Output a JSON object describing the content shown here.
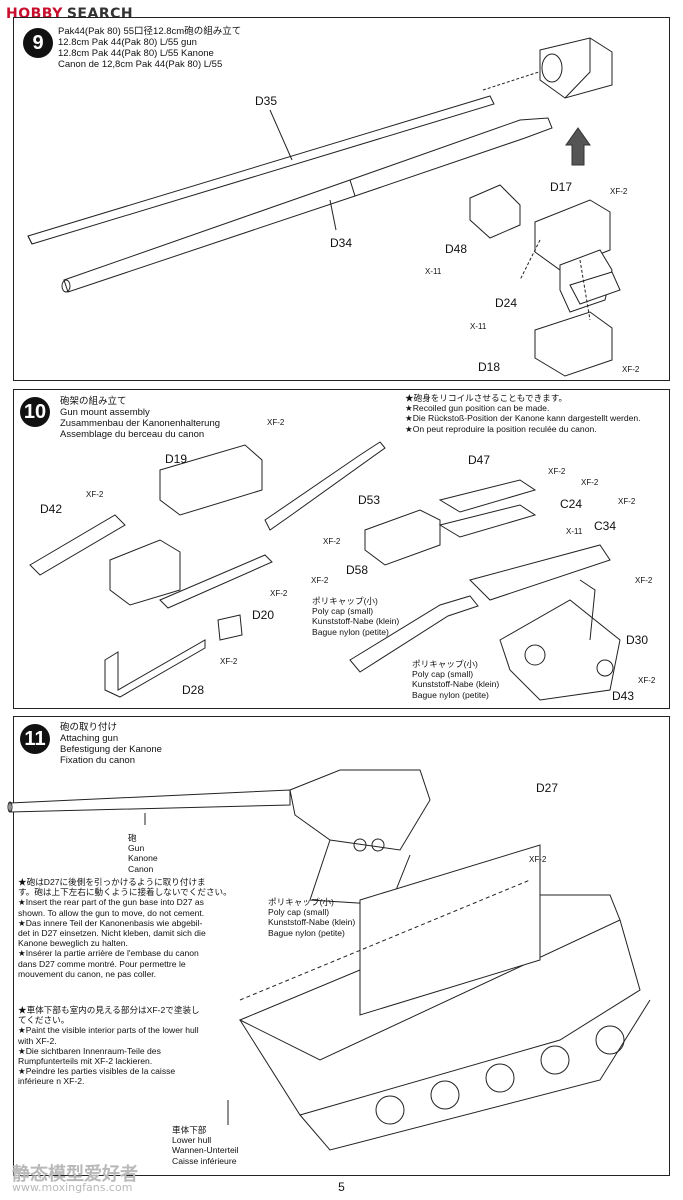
{
  "logo": {
    "brand": "HOBBY",
    "suffix": "SEARCH"
  },
  "step9": {
    "number": "9",
    "lines": [
      "Pak44(Pak 80) 55口径12.8cm砲の組み立て",
      "12.8cm Pak 44(Pak 80) L/55 gun",
      "12.8cm Pak 44(Pak 80) L/55 Kanone",
      "Canon de 12,8cm Pak 44(Pak 80) L/55"
    ],
    "parts": {
      "d35": "D35",
      "d34": "D34",
      "d17": "D17",
      "d48": "D48",
      "d24": "D24",
      "d18": "D18"
    },
    "paints": {
      "xf2a": "XF-2",
      "x11a": "X-11",
      "x11b": "X-11",
      "xf2b": "XF-2"
    }
  },
  "step10": {
    "number": "10",
    "lines": [
      "砲架の組み立て",
      "Gun mount assembly",
      "Zusammenbau der Kanonenhalterung",
      "Assemblage du berceau du canon"
    ],
    "note": [
      "★砲身をリコイルさせることもできます。",
      "★Recoiled gun position can be made.",
      "★Die Rückstoß-Position der Kanone kann dargestellt werden.",
      "★On peut reproduire la position reculée du canon."
    ],
    "parts": {
      "d19": "D19",
      "d42": "D42",
      "d20": "D20",
      "d28": "D28",
      "d47": "D47",
      "d53": "D53",
      "c24": "C24",
      "c34": "C34",
      "d58": "D58",
      "d30": "D30",
      "d43": "D43"
    },
    "paints": {
      "p1": "XF-2",
      "p2": "XF-2",
      "p3": "XF-2",
      "p4": "XF-2",
      "p5": "XF-2",
      "p6": "XF-2",
      "p7": "XF-2",
      "p8": "XF-2",
      "p9": "XF-2",
      "p10": "XF-2",
      "p11": "X-11",
      "p12": "XF-2"
    },
    "polycap1": [
      "ポリキャップ(小)",
      "Poly cap (small)",
      "Kunststoff-Nabe (klein)",
      "Bague nylon (petite)"
    ],
    "polycap2": [
      "ポリキャップ(小)",
      "Poly cap (small)",
      "Kunststoff-Nabe (klein)",
      "Bague nylon (petite)"
    ]
  },
  "step11": {
    "number": "11",
    "lines": [
      "砲の取り付け",
      "Attaching gun",
      "Befestigung der Kanone",
      "Fixation du canon"
    ],
    "parts": {
      "d27": "D27"
    },
    "paints": {
      "xf2": "XF-2"
    },
    "gun_label": [
      "砲",
      "Gun",
      "Kanone",
      "Canon"
    ],
    "polycap": [
      "ポリキャップ(小)",
      "Poly cap (small)",
      "Kunststoff-Nabe (klein)",
      "Bague nylon (petite)"
    ],
    "note1": [
      "★砲はD27に後側を引っかけるように取り付けま",
      "す。砲は上下左右に動くように接着しないでください。",
      "★Insert the rear part of the gun base into D27 as",
      "shown. To allow the gun to move, do not cement.",
      "★Das innere Teil der Kanonenbasis wie abgebil-",
      "det in D27 einsetzen. Nicht kleben, damit sich die",
      "Kanone beweglich zu halten.",
      "★Insérer la partie arrière de l'embase du canon",
      "dans D27 comme montré. Pour permettre le",
      "mouvement du canon, ne pas coller."
    ],
    "note2": [
      "★車体下部も室内の見える部分はXF-2で塗装し",
      "てください。",
      "★Paint the visible interior parts of the lower hull",
      "with XF-2.",
      "★Die sichtbaren Innenraum-Teile des",
      "Rumpfunterteils mit XF-2 lackieren.",
      "★Peindre les parties visibles de la caisse",
      "inférieure n XF-2."
    ],
    "hull_label": [
      "車体下部",
      "Lower hull",
      "Wannen-Unterteil",
      "Caisse inférieure"
    ]
  },
  "footer": {
    "page": "5",
    "watermark": "静态模型爱好者",
    "watermark_url": "www.moxingfans.com"
  }
}
